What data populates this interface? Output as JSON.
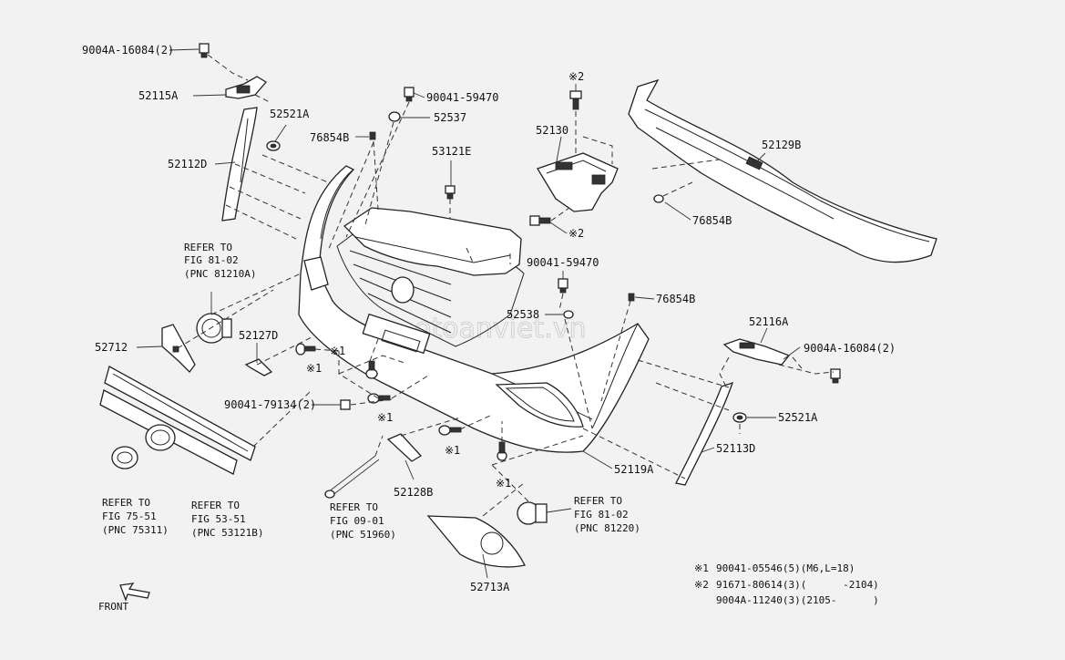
{
  "labels": {
    "p_9004A_16084_tl": "9004A-16084(2)",
    "p_52115A": "52115A",
    "p_52521A_tl": "52521A",
    "p_52112D": "52112D",
    "p_90041_59470_top": "90041-59470",
    "p_52537": "52537",
    "p_76854B_top": "76854B",
    "p_53121E": "53121E",
    "p_x2_bolt_top": "※2",
    "p_52130": "52130",
    "p_x2_bolt_mid": "※2",
    "p_52129B": "52129B",
    "p_76854B_right": "76854B",
    "p_90041_59470_mid": "90041-59470",
    "p_52538": "52538",
    "p_76854B_mid": "76854B",
    "p_52116A": "52116A",
    "p_9004A_16084_r": "9004A-16084(2)",
    "p_52521A_r": "52521A",
    "p_52113D": "52113D",
    "p_52119A": "52119A",
    "p_52712": "52712",
    "p_52127D": "52127D",
    "p_x1_a": "※1",
    "p_x1_b": "※1",
    "p_90041_79134": "90041-79134(2)",
    "p_x1_c": "※1",
    "p_x1_d": "※1",
    "p_x1_e": "※1",
    "p_52128B": "52128B",
    "p_52713A": "52713A",
    "front": "FRONT",
    "watermark": "otoanviet.vn"
  },
  "references": {
    "fig81_left": [
      "REFER TO",
      "FIG 81-02",
      "(PNC 81210A)"
    ],
    "fig75": [
      "REFER TO",
      "FIG 75-51",
      "(PNC 75311)"
    ],
    "fig53": [
      "REFER TO",
      "FIG 53-51",
      "(PNC 53121B)"
    ],
    "fig09": [
      "REFER TO",
      "FIG 09-01",
      "(PNC 51960)"
    ],
    "fig81_right": [
      "REFER TO",
      "FIG 81-02",
      "(PNC 81220)"
    ]
  },
  "legend": {
    "row1_mark": "※1",
    "row1_text": "90041-05546(5)(M6,L=18)",
    "row2_mark": "※2",
    "row2_text": "91671-80614(3)(      -2104)",
    "row3_text": "9004A-11240(3)(2105-      )"
  }
}
